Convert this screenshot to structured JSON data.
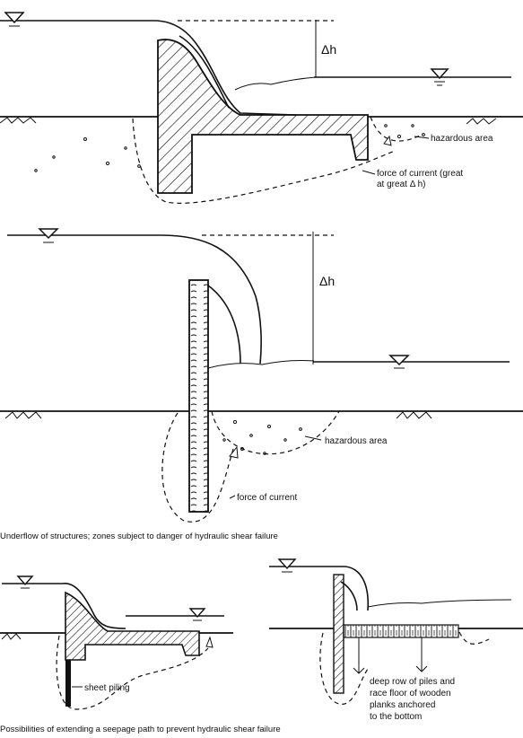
{
  "figure1": {
    "delta_label": "Δh",
    "hazard_label": "hazardous area",
    "force_label_line1": "force of current (great",
    "force_label_line2": "at great Δ h)"
  },
  "figure2": {
    "delta_label": "Δh",
    "hazard_label": "hazardous area",
    "force_label": "force of current"
  },
  "caption1": "Underflow of structures; zones subject to danger of hydraulic shear failure",
  "figure3": {
    "sheet_label": "sheet piling"
  },
  "figure4": {
    "label_line1": "deep row of piles and",
    "label_line2": "race floor of wooden",
    "label_line3": "planks anchored",
    "label_line4": "to the bottom"
  },
  "caption2": "Possibilities of extending a seepage path to prevent hydraulic shear failure",
  "colors": {
    "ink": "#111111",
    "paper": "#ffffff"
  }
}
